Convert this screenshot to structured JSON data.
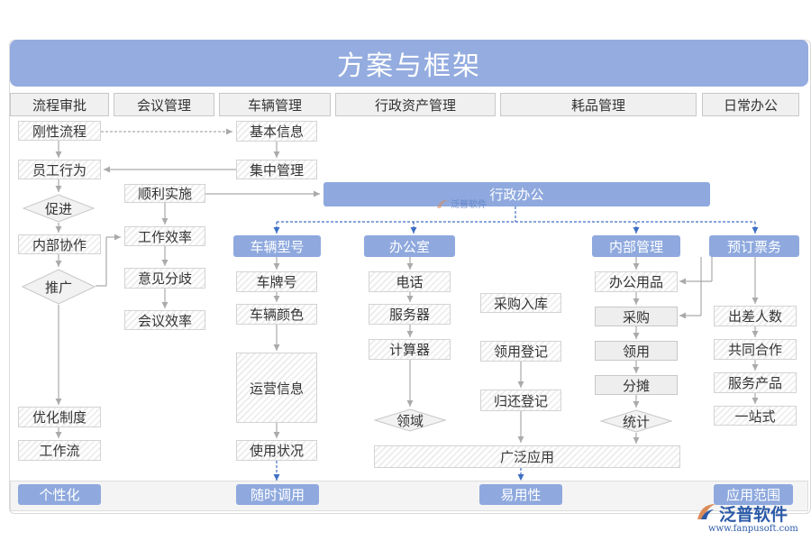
{
  "title": "方案与框架",
  "modules": [
    "流程审批",
    "会议管理",
    "车辆管理",
    "行政资产管理",
    "耗品管理",
    "日常办公"
  ],
  "col1": [
    "刚性流程",
    "员工行为",
    "促进",
    "内部协作",
    "推广",
    "优化制度",
    "工作流"
  ],
  "col2": [
    "顺利实施",
    "工作效率",
    "意见分歧",
    "会议效率"
  ],
  "col3_top": [
    "基本信息",
    "集中管理"
  ],
  "center": "行政办公",
  "vehicle": {
    "head": "车辆型号",
    "items": [
      "车牌号",
      "车辆颜色",
      "运营信息",
      "使用状况"
    ]
  },
  "office": {
    "head": "办公室",
    "items": [
      "电话",
      "服务器",
      "计算器",
      "领域"
    ]
  },
  "supply": [
    "采购入库",
    "领用登记",
    "归还登记"
  ],
  "internal": {
    "head": "内部管理",
    "items": [
      "办公用品",
      "采购",
      "领用",
      "分摊",
      "统计"
    ]
  },
  "ticket": {
    "head": "预订票务",
    "items": [
      "出差人数",
      "共同合作",
      "服务产品",
      "一站式"
    ]
  },
  "wide": "广泛应用",
  "bottom": [
    "个性化",
    "随时调用",
    "易用性",
    "应用范围"
  ],
  "watermark": {
    "brand": "泛普软件",
    "url": "www.fanpusoft.com"
  },
  "center_mark": "泛普软件",
  "colors": {
    "title": "#94acdf",
    "blue_box": "#8fa9de",
    "arrow_blue": "#3f6fc4",
    "arrow_gray": "#aaaaaa",
    "watermark": "#2b5aa8"
  }
}
